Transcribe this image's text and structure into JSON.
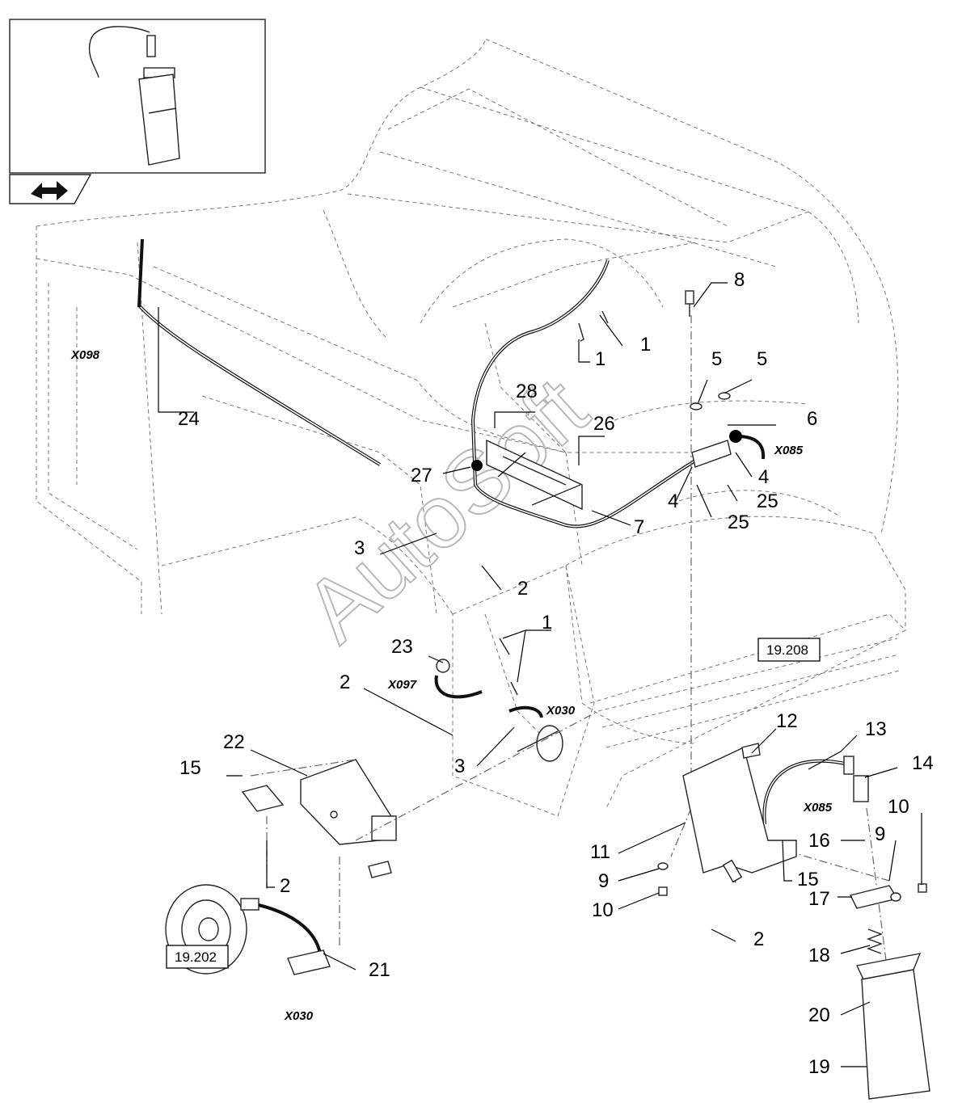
{
  "callouts": [
    {
      "id": "c1a",
      "label": "1"
    },
    {
      "id": "c1b",
      "label": "1"
    },
    {
      "id": "c1c",
      "label": "1"
    },
    {
      "id": "c2a",
      "label": "2"
    },
    {
      "id": "c2b",
      "label": "2"
    },
    {
      "id": "c2c",
      "label": "2"
    },
    {
      "id": "c2d",
      "label": "2"
    },
    {
      "id": "c3a",
      "label": "3"
    },
    {
      "id": "c3b",
      "label": "3"
    },
    {
      "id": "c4a",
      "label": "4"
    },
    {
      "id": "c4b",
      "label": "4"
    },
    {
      "id": "c5a",
      "label": "5"
    },
    {
      "id": "c5b",
      "label": "5"
    },
    {
      "id": "c6",
      "label": "6"
    },
    {
      "id": "c7",
      "label": "7"
    },
    {
      "id": "c8",
      "label": "8"
    },
    {
      "id": "c9a",
      "label": "9"
    },
    {
      "id": "c9b",
      "label": "9"
    },
    {
      "id": "c10a",
      "label": "10"
    },
    {
      "id": "c10b",
      "label": "10"
    },
    {
      "id": "c11",
      "label": "11"
    },
    {
      "id": "c12",
      "label": "12"
    },
    {
      "id": "c13",
      "label": "13"
    },
    {
      "id": "c14",
      "label": "14"
    },
    {
      "id": "c15a",
      "label": "15"
    },
    {
      "id": "c15b",
      "label": "15"
    },
    {
      "id": "c16",
      "label": "16"
    },
    {
      "id": "c17",
      "label": "17"
    },
    {
      "id": "c18",
      "label": "18"
    },
    {
      "id": "c19",
      "label": "19"
    },
    {
      "id": "c20",
      "label": "20"
    },
    {
      "id": "c21",
      "label": "21"
    },
    {
      "id": "c22",
      "label": "22"
    },
    {
      "id": "c23",
      "label": "23"
    },
    {
      "id": "c24",
      "label": "24"
    },
    {
      "id": "c25a",
      "label": "25"
    },
    {
      "id": "c25b",
      "label": "25"
    },
    {
      "id": "c26",
      "label": "26"
    },
    {
      "id": "c27",
      "label": "27"
    },
    {
      "id": "c28",
      "label": "28"
    }
  ],
  "connectors": {
    "x098": "X098",
    "x085a": "X085",
    "x085b": "X085",
    "x097": "X097",
    "x030a": "X030",
    "x030b": "X030"
  },
  "references": {
    "ref_19208": "19.208",
    "ref_19202": "19.202"
  },
  "watermark": "AutoSoft",
  "icons": {
    "back": "back-arrow-icon"
  }
}
